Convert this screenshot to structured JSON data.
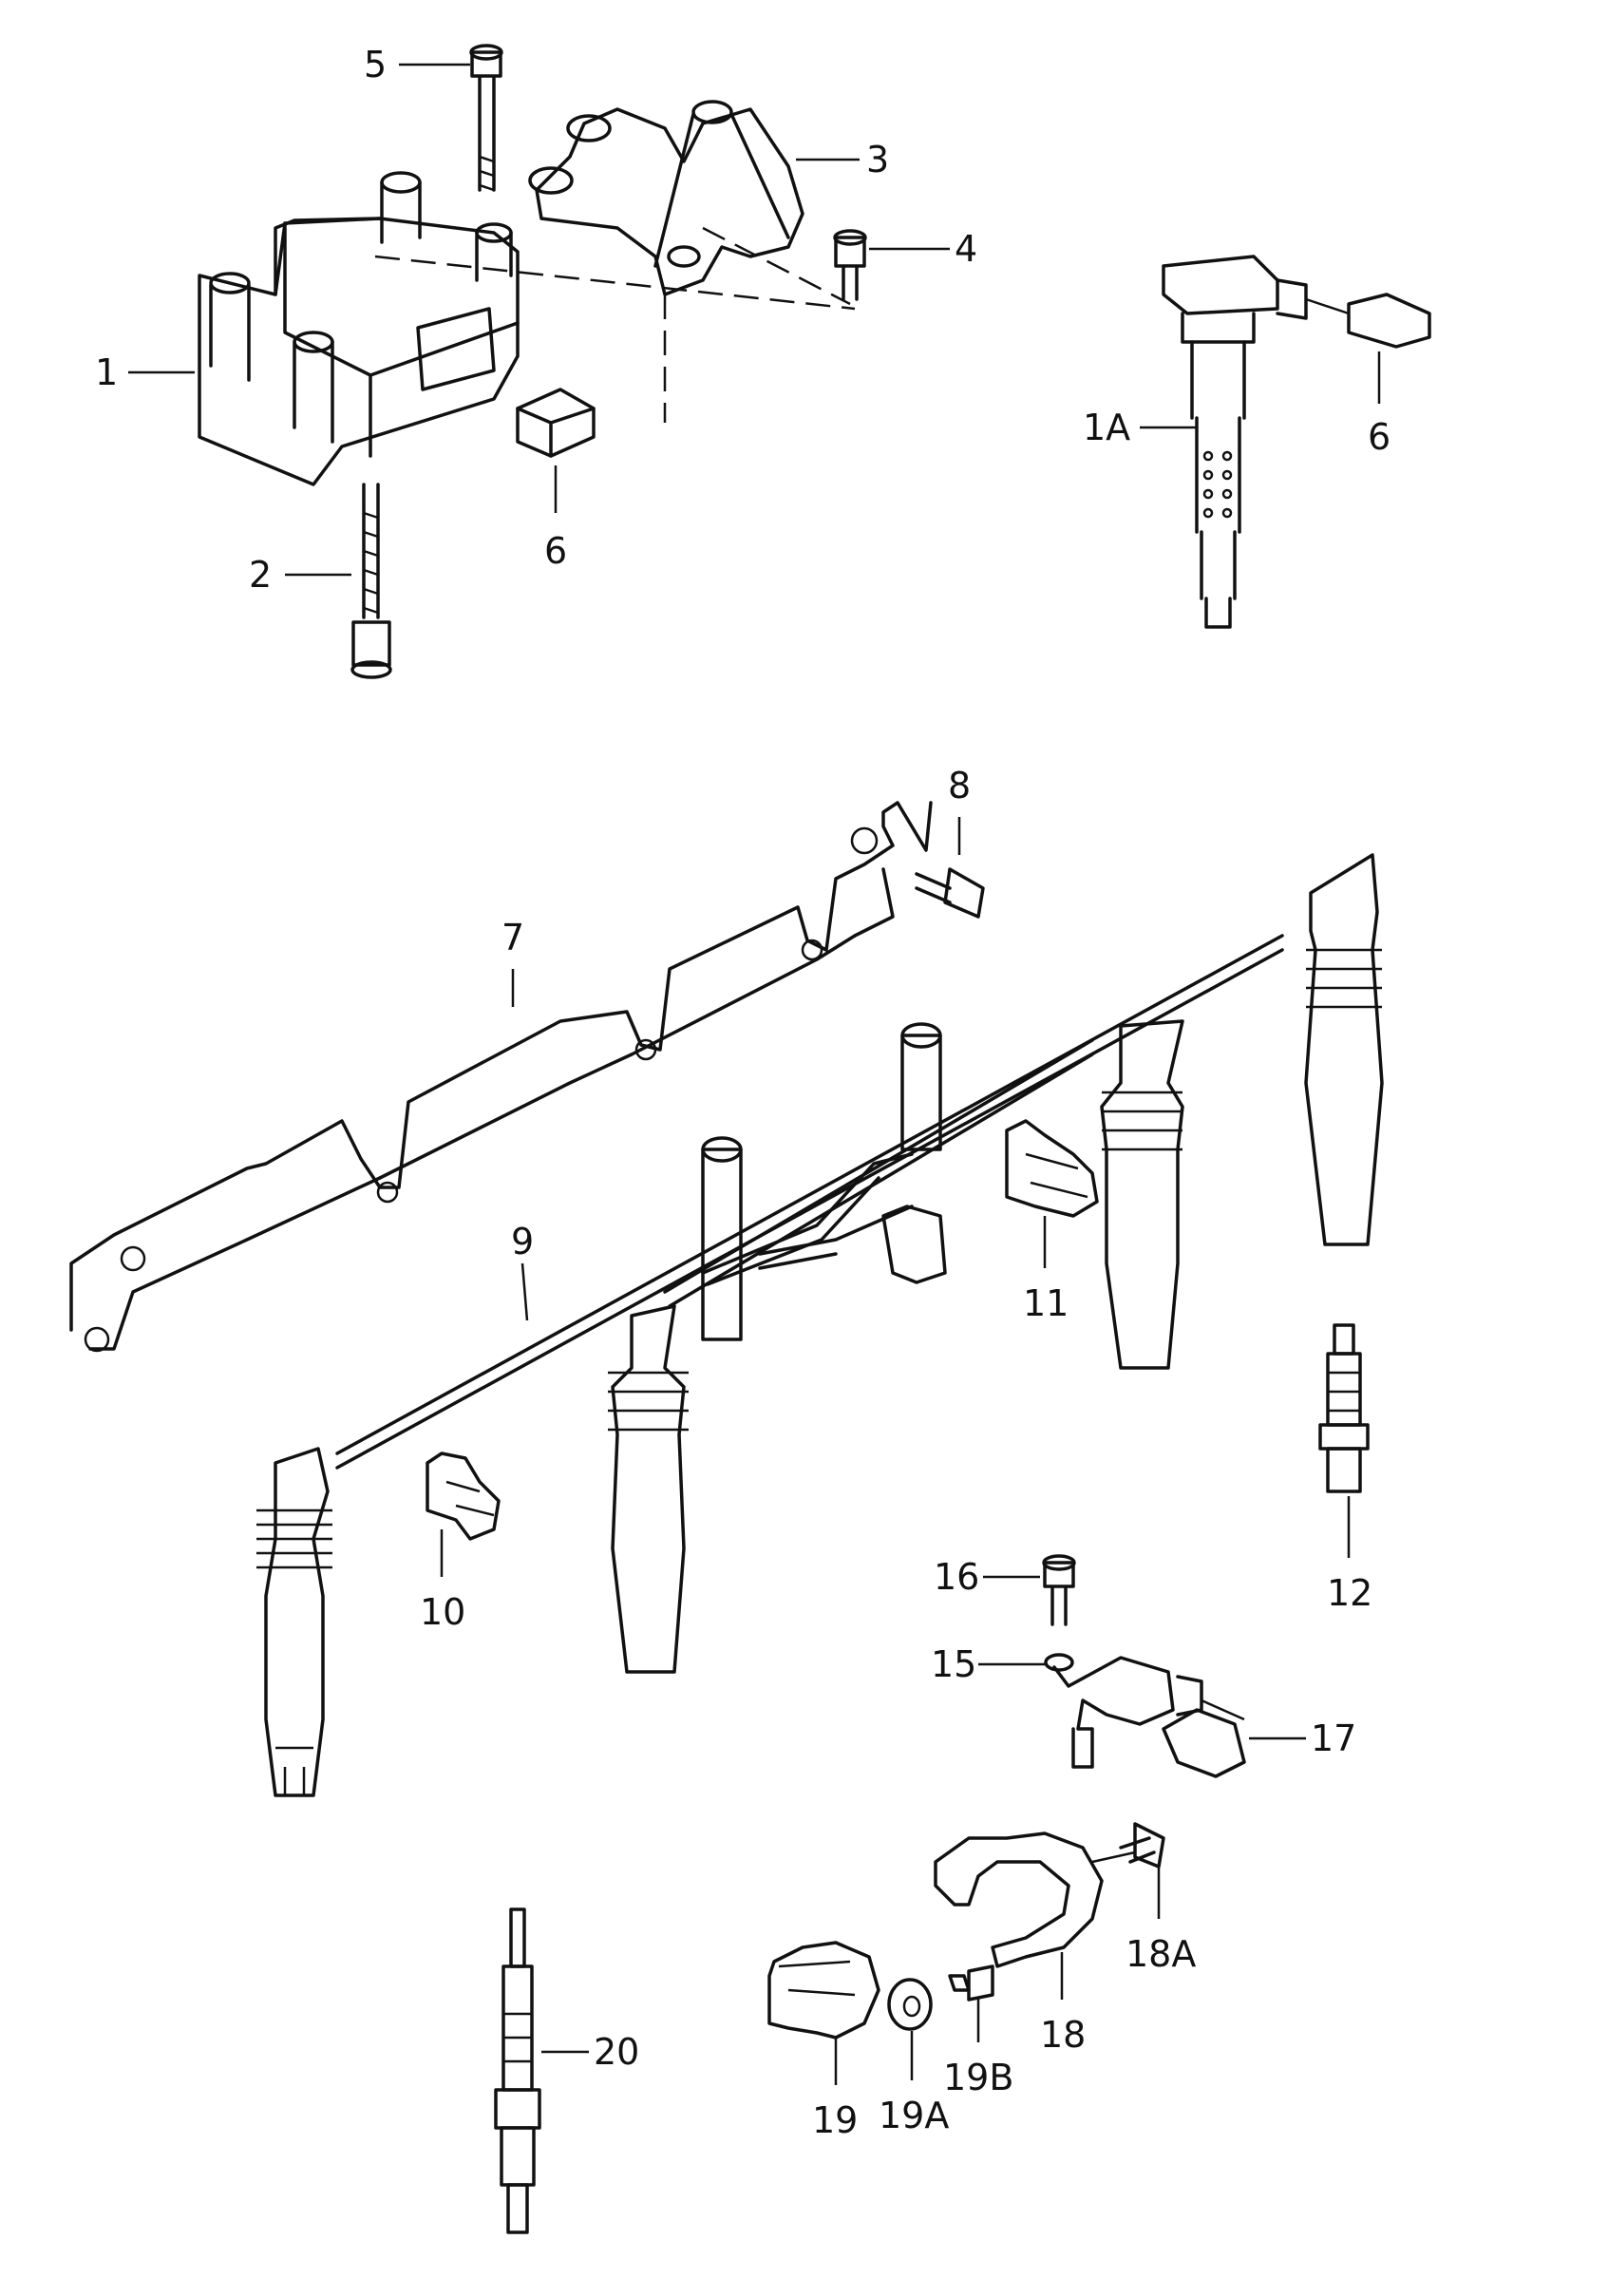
{
  "callouts": [
    {
      "id": "c1",
      "text": "1"
    },
    {
      "id": "c1A",
      "text": "1A"
    },
    {
      "id": "c2",
      "text": "2"
    },
    {
      "id": "c3",
      "text": "3"
    },
    {
      "id": "c4",
      "text": "4"
    },
    {
      "id": "c5",
      "text": "5"
    },
    {
      "id": "c6a",
      "text": "6"
    },
    {
      "id": "c6b",
      "text": "6"
    },
    {
      "id": "c7",
      "text": "7"
    },
    {
      "id": "c8",
      "text": "8"
    },
    {
      "id": "c9",
      "text": "9"
    },
    {
      "id": "c10",
      "text": "10"
    },
    {
      "id": "c11",
      "text": "11"
    },
    {
      "id": "c12",
      "text": "12"
    },
    {
      "id": "c15",
      "text": "15"
    },
    {
      "id": "c16",
      "text": "16"
    },
    {
      "id": "c17",
      "text": "17"
    },
    {
      "id": "c18",
      "text": "18"
    },
    {
      "id": "c18A",
      "text": "18A"
    },
    {
      "id": "c19",
      "text": "19"
    },
    {
      "id": "c19A",
      "text": "19A"
    },
    {
      "id": "c19B",
      "text": "19B"
    },
    {
      "id": "c20",
      "text": "20"
    }
  ]
}
